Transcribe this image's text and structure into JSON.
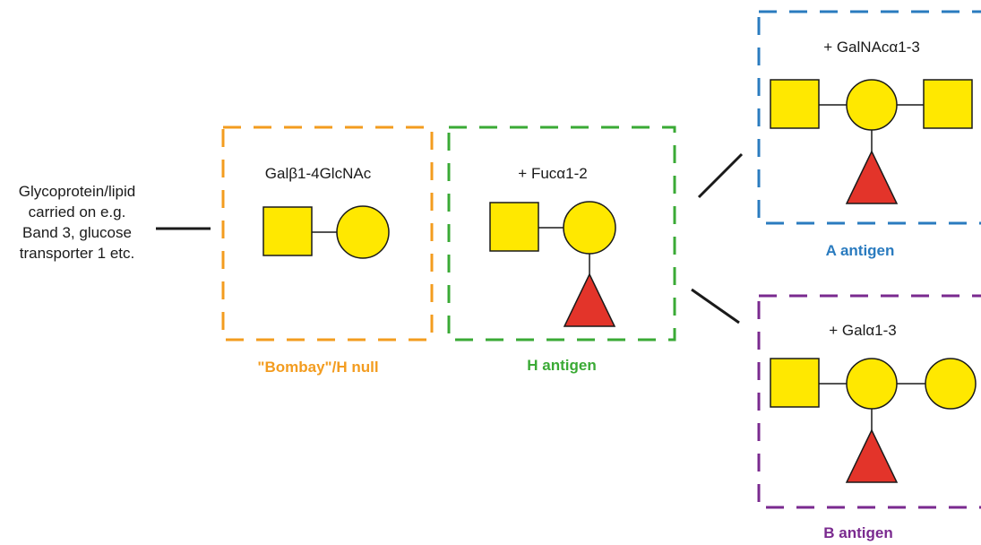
{
  "carrier": {
    "lines": [
      "Glycoprotein/lipid",
      "carried on e.g.",
      "Band 3, glucose",
      "transporter 1 etc."
    ]
  },
  "groups": {
    "bombay": {
      "title": "Galβ1-4GlcNAc",
      "label": "\"Bombay\"/H null",
      "color": "#f39c1f"
    },
    "h": {
      "title": "+ Fucα1-2",
      "label": "H antigen",
      "color": "#3aaa35"
    },
    "a": {
      "title": "+ GalNAcα1-3",
      "label": "A antigen",
      "color": "#2a7bbf"
    },
    "b": {
      "title": "+ Galα1-3",
      "label": "B antigen",
      "color": "#7a2a8f"
    }
  },
  "symbols": {
    "yellow": "#ffe800",
    "red": "#e3342a",
    "outline": "#1a1a1a"
  }
}
